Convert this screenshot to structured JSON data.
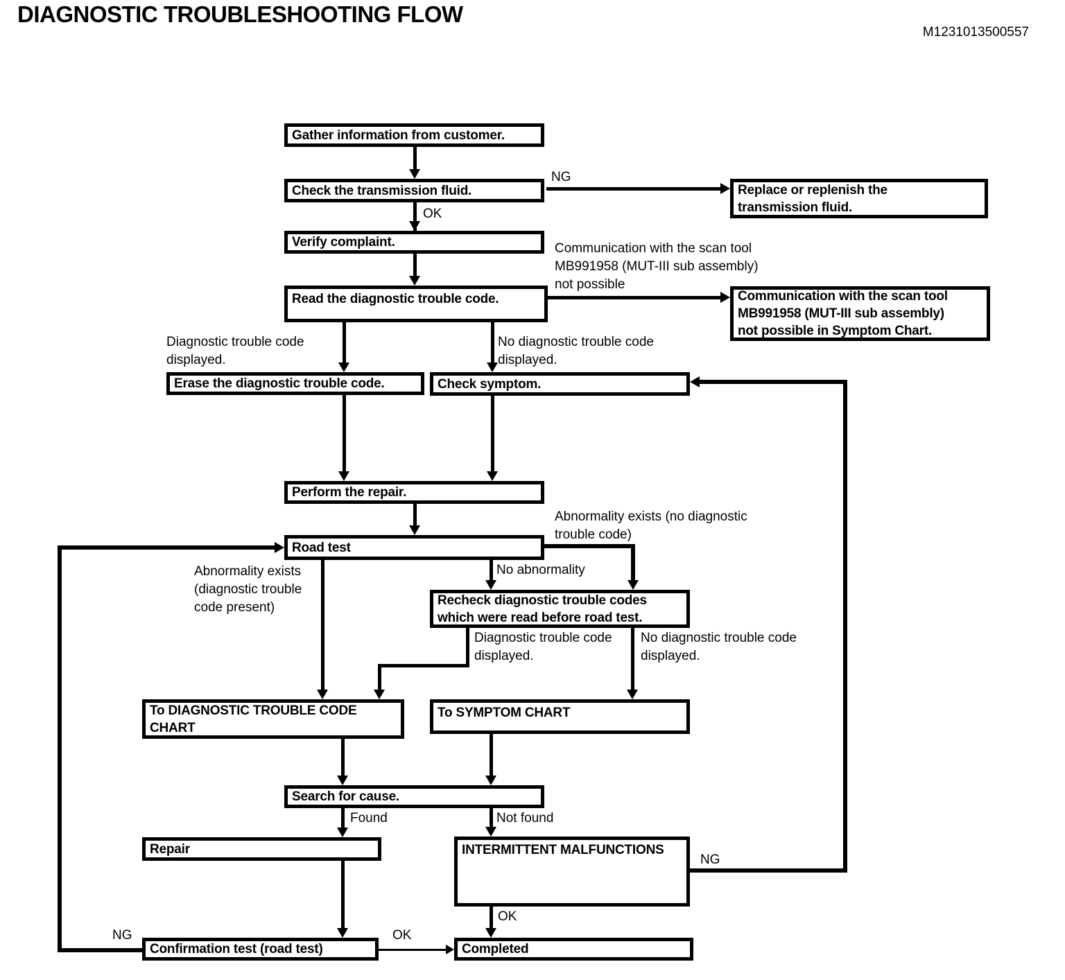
{
  "title": "DIAGNOSTIC TROUBLESHOOTING FLOW",
  "doc_number": "M1231013500557",
  "nodes": {
    "gather": "Gather information from customer.",
    "check_fluid": "Check the transmission fluid.",
    "replace_fluid": "Replace or replenish the\ntransmission fluid.",
    "verify": "Verify complaint.",
    "read_dtc": "Read the diagnostic trouble code.",
    "comm_chart": "Communication with the scan tool\nMB991958 (MUT-III sub assembly)\nnot possible in Symptom Chart.",
    "erase": "Erase the diagnostic trouble code.",
    "check_symptom": "Check symptom.",
    "perform": "Perform the repair.",
    "road_test": "Road test",
    "recheck": "Recheck diagnostic trouble codes\nwhich were read before road test.",
    "to_dtc_chart": "To DIAGNOSTIC TROUBLE CODE\nCHART",
    "to_symptom": "To SYMPTOM CHART",
    "search": "Search for cause.",
    "repair": "Repair",
    "intermittent": "INTERMITTENT MALFUNCTIONS",
    "confirmation": "Confirmation test (road test)",
    "completed": "Completed"
  },
  "labels": {
    "ng_fluid": "NG",
    "ok_fluid": "OK",
    "comm_note": "Communication with the scan tool\nMB991958 (MUT-III sub assembly)\nnot possible",
    "dtc_displayed": "Diagnostic trouble code\ndisplayed.",
    "no_dtc_displayed": "No diagnostic trouble code\ndisplayed.",
    "abnormality_no_dtc": "Abnormality exists (no diagnostic\ntrouble code)",
    "abnormality_dtc": "Abnormality exists\n(diagnostic trouble\ncode present)",
    "no_abnormality": "No abnormality",
    "dtc_displayed_2": "Diagnostic trouble code\ndisplayed.",
    "no_dtc_displayed_2": "No diagnostic trouble code\ndisplayed.",
    "found": "Found",
    "not_found": "Not found",
    "ng_intermittent": "NG",
    "ok_intermittent": "OK",
    "ng_confirmation": "NG",
    "ok_confirmation": "OK"
  }
}
